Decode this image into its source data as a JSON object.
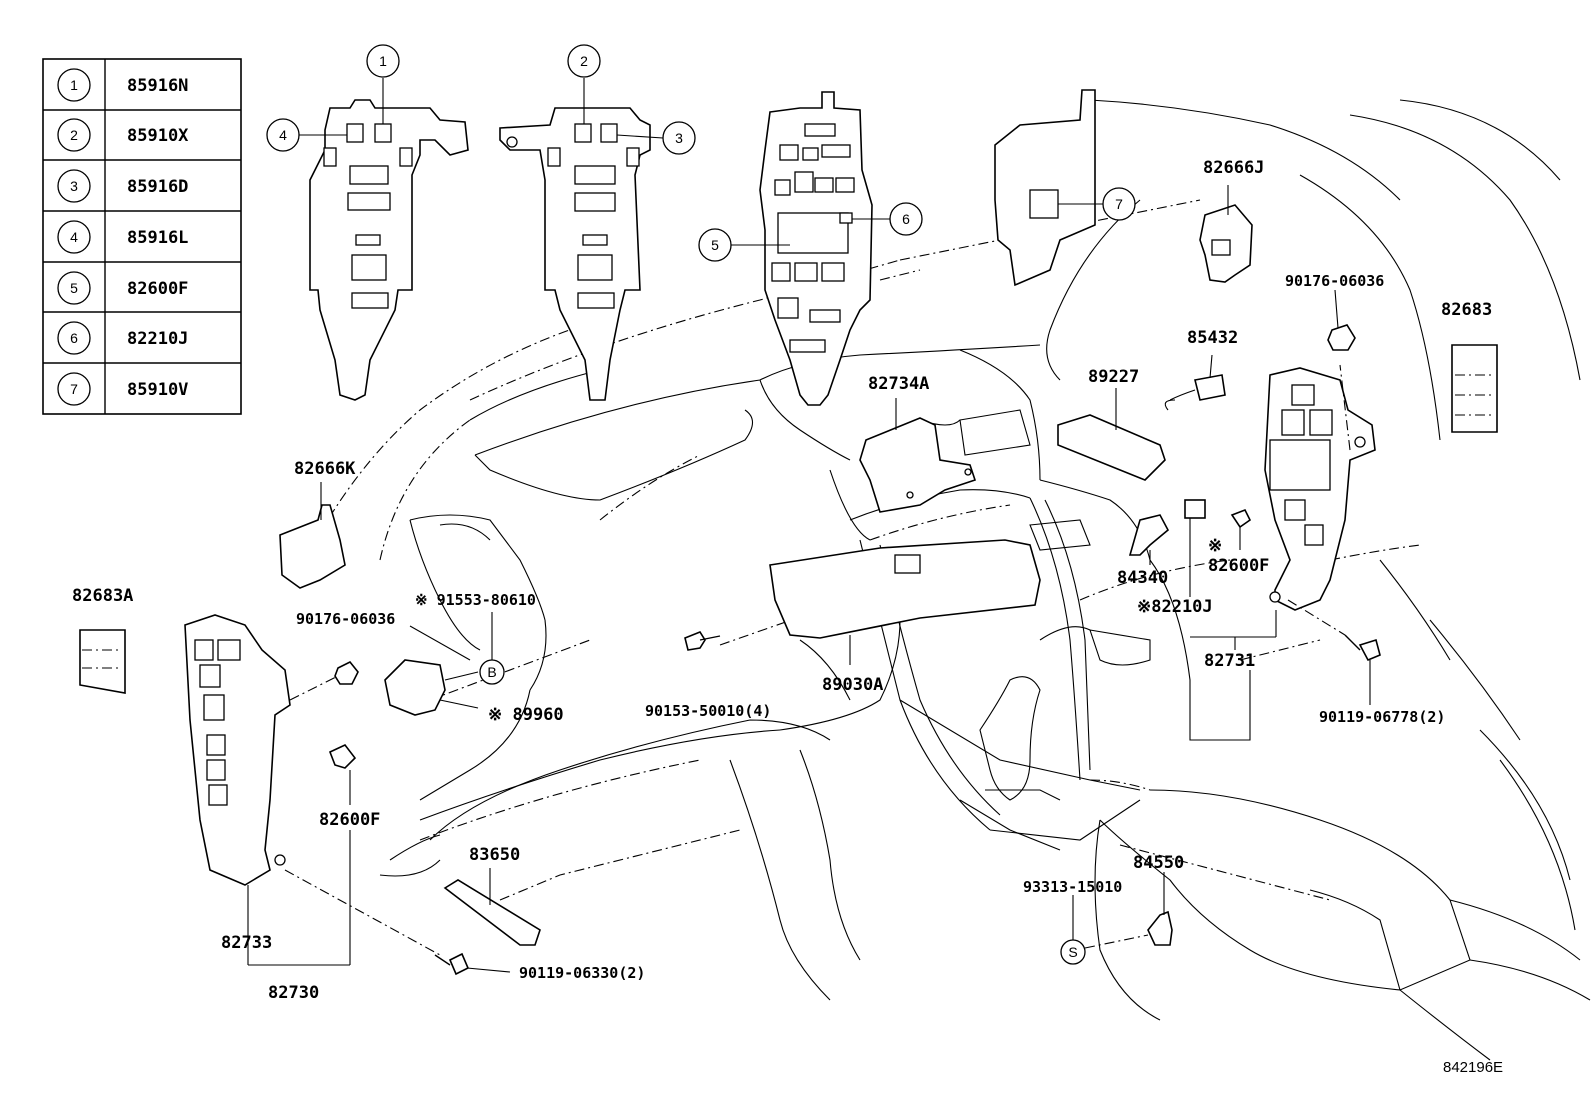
{
  "legend": [
    {
      "num": "1",
      "part": "85916N"
    },
    {
      "num": "2",
      "part": "85910X"
    },
    {
      "num": "3",
      "part": "85916D"
    },
    {
      "num": "4",
      "part": "85916L"
    },
    {
      "num": "5",
      "part": "82600F"
    },
    {
      "num": "6",
      "part": "82210J"
    },
    {
      "num": "7",
      "part": "85910V"
    }
  ],
  "callouts": {
    "c1": "1",
    "c2": "2",
    "c3": "3",
    "c4": "4",
    "c5": "5",
    "c6": "6",
    "c7": "7",
    "B": "B",
    "S": "S"
  },
  "labels": {
    "p82666J": "82666J",
    "p90176_r": "90176-06036",
    "p82683": "82683",
    "p85432": "85432",
    "p89227": "89227",
    "p82734A": "82734A",
    "p82666K": "82666K",
    "p82683A": "82683A",
    "p91553": "※ 91553-80610",
    "p90176_l": "90176-06036",
    "p89960": "※ 89960",
    "p90153": "90153-50010(4)",
    "p89030A": "89030A",
    "p84340": "84340",
    "mark_r": "※",
    "p82600F_r": "82600F",
    "p82210J": "※82210J",
    "p82731": "82731",
    "p90119_r": "90119-06778(2)",
    "p82600F_l": "82600F",
    "p83650": "83650",
    "p82733": "82733",
    "p82730": "82730",
    "p90119_l": "90119-06330(2)",
    "p93313": "93313-15010",
    "p84550": "84550"
  },
  "figure_code": "842196E"
}
